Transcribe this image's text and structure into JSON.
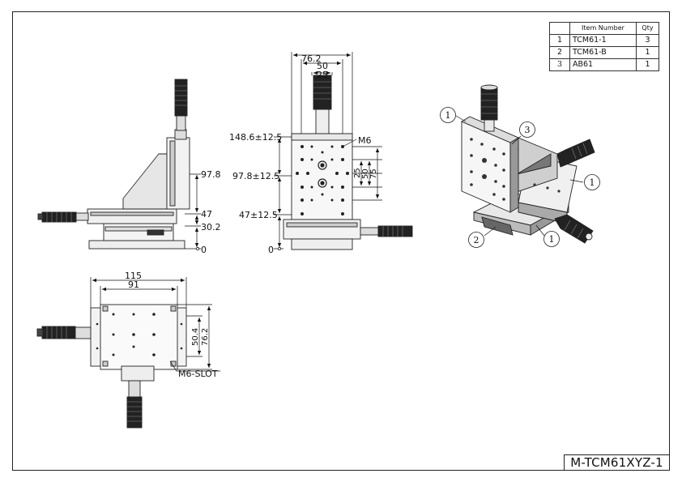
{
  "bom": {
    "headers": [
      "",
      "Item Number",
      "Qty"
    ],
    "rows": [
      [
        "1",
        "TCM61-1",
        "3"
      ],
      [
        "2",
        "TCM61-B",
        "1"
      ],
      [
        "3",
        "AB61",
        "1"
      ]
    ]
  },
  "drawing_number": "M-TCM61XYZ-1",
  "side_view": {
    "dims": [
      "97.8",
      "47",
      "30.2",
      "0"
    ]
  },
  "front_view": {
    "top_dims": [
      "76.2",
      "50",
      "25"
    ],
    "left_dims": [
      "148.6±12.5",
      "97.8±12.5",
      "47±12.5",
      "0"
    ],
    "right_dims": [
      "25",
      "50",
      "75"
    ],
    "thread_label": "M6"
  },
  "top_view": {
    "top_dims": [
      "115",
      "91"
    ],
    "right_dims": [
      "50.4",
      "76.2"
    ],
    "slot_label": "M6-SLOT"
  },
  "iso_view": {
    "balloons": [
      "1",
      "3",
      "1",
      "2",
      "1"
    ]
  }
}
